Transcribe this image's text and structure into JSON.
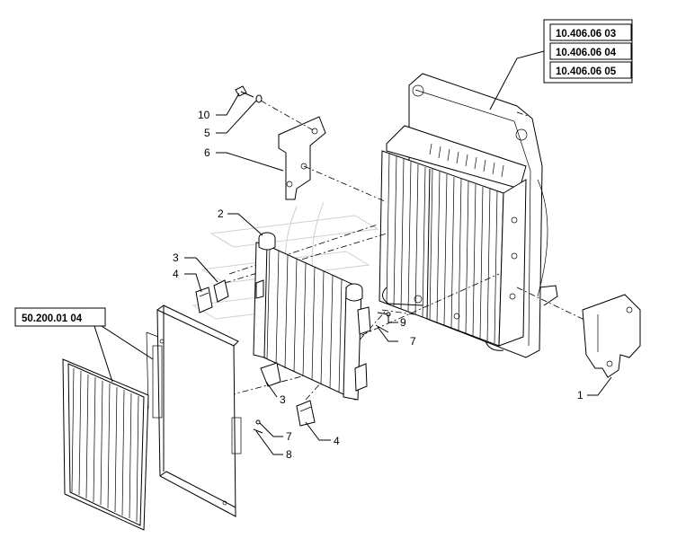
{
  "references": {
    "main_assembly": [
      "10.406.06 03",
      "10.406.06 04",
      "10.406.06 05"
    ],
    "condenser": "50.200.01 04"
  },
  "callouts": {
    "c1": "1",
    "c2": "2",
    "c3a": "3",
    "c3b": "3",
    "c4a": "4",
    "c4b": "4",
    "c5": "5",
    "c6": "6",
    "c7a": "7",
    "c7b": "7",
    "c8": "8",
    "c9": "9",
    "c10": "10"
  }
}
